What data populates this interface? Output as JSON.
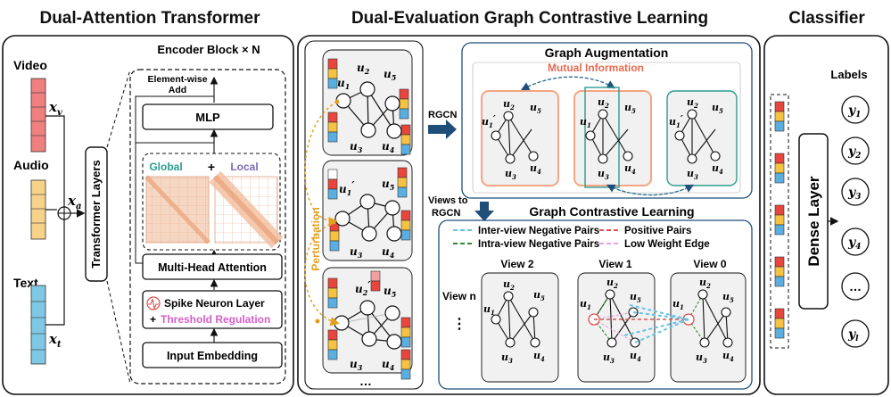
{
  "sections": {
    "transformer": "Dual-Attention Transformer",
    "contrastive": "Dual-Evaluation Graph Contrastive Learning",
    "classifier": "Classifier"
  },
  "inputs": {
    "video": "Video",
    "audio": "Audio",
    "text": "Text",
    "xv": "x",
    "xv_sub": "v",
    "xa": "x",
    "xa_sub": "a",
    "xt": "x",
    "xt_sub": "t"
  },
  "transformer": {
    "layers_label": "Transformer Layers",
    "encoder_title": "Encoder Block × N",
    "elementwise": "Element-wise",
    "add": "Add",
    "mlp": "MLP",
    "global": "Global",
    "plus": "+",
    "local": "Local",
    "mha": "Multi-Head Attention",
    "spike": "Spike Neuron Layer",
    "threshold_prefix": "+",
    "threshold": "Threshold Regulation",
    "embedding": "Input Embedding"
  },
  "graph": {
    "perturbation": "Perturbation",
    "rgcn": "RGCN",
    "views_to_1": "Views to",
    "views_to_2": "RGCN",
    "augmentation_title": "Graph Augmentation",
    "mutual_info": "Mutual Information",
    "gcl_title": "Graph Contrastive Learning",
    "legend": {
      "inter_neg": "Inter-view Negative Pairs",
      "intra_neg": "Intra-view Negative Pairs",
      "pos": "Positive Pairs",
      "low_weight": "Low Weight Edge"
    },
    "view_n": "View n",
    "view_2": "View 2",
    "view_1": "View 1",
    "view_0": "View 0",
    "dots_v": "⋮",
    "dots_h": "…",
    "nodes": {
      "u": "u",
      "s1": "1",
      "s2": "2",
      "s3": "3",
      "s4": "4",
      "s5": "5",
      "prime": "′"
    }
  },
  "classifier": {
    "labels_title": "Labels",
    "dense": "Dense Layer",
    "labels": [
      "y",
      "y",
      "y",
      "y",
      "y"
    ],
    "label_subs": [
      "1",
      "2",
      "3",
      "4",
      "l"
    ],
    "ellipsis": "…"
  },
  "colors": {
    "video": "#f08080",
    "audio": "#f7d38a",
    "text": "#7ec8e3",
    "red_block": "#e8453c",
    "yellow_block": "#f5c242",
    "blue_block": "#5aaee0",
    "teal": "#2a9d8f",
    "orange": "#f4a582",
    "global": "#2a9d8f",
    "local": "#7b6bb5",
    "threshold": "#d65fc8",
    "mutual": "#e86a50",
    "perturb": "#e3a020",
    "arrow": "#1f4e79",
    "inter_neg": "#66c2e8",
    "intra_neg": "#2e8b2e",
    "pos": "#d9534f",
    "low_weight": "#e8a0e0"
  }
}
